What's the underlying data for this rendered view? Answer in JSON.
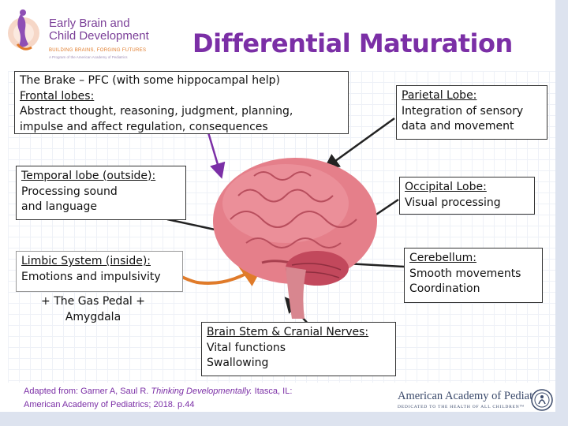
{
  "header": {
    "logo": {
      "title_line1": "Early Brain and",
      "title_line2": "Child Development",
      "tagline": "BUILDING BRAINS, FORGING FUTURES",
      "subline": "A Program of the American Academy of Pediatrics"
    },
    "title": "Differential Maturation"
  },
  "labels": {
    "frontal": {
      "line1": "The Brake – PFC  (with some hippocampal help)",
      "line2": "Frontal lobes:",
      "line3": "Abstract thought, reasoning, judgment, planning,",
      "line4": "impulse and affect regulation, consequences"
    },
    "parietal": {
      "line1": "Parietal Lobe:",
      "line2": "Integration of sensory",
      "line3": "data and movement"
    },
    "temporal": {
      "line1": "Temporal lobe (outside):",
      "line2": "Processing sound",
      "line3": "and language"
    },
    "occipital": {
      "line1": "Occipital Lobe:",
      "line2": "Visual processing"
    },
    "limbic": {
      "line1": "Limbic System (inside):",
      "line2": "Emotions and impulsivity",
      "line3": "+ The Gas Pedal +",
      "line4": "Amygdala"
    },
    "cerebellum": {
      "line1": "Cerebellum:",
      "line2": "Smooth movements",
      "line3": "Coordination"
    },
    "brainstem": {
      "line1": "Brain Stem & Cranial Nerves:",
      "line2": "Vital functions",
      "line3": "Swallowing"
    }
  },
  "footer": {
    "credit_prefix": "Adapted from: Garner A, Saul R. ",
    "credit_title": "Thinking Developmentally.",
    "credit_suffix": " Itasca, IL:",
    "credit_line2": "American Academy of Pediatrics; 2018. p.44",
    "aap_name": "American Academy of Pediatrics",
    "aap_tagline": "DEDICATED TO THE HEALTH OF ALL CHILDREN™"
  },
  "colors": {
    "title": "#7b2fa6",
    "brain": "#e57f8a",
    "frontal_arrow": "#7b2fa6",
    "limbic_arrow": "#e07b2a"
  }
}
